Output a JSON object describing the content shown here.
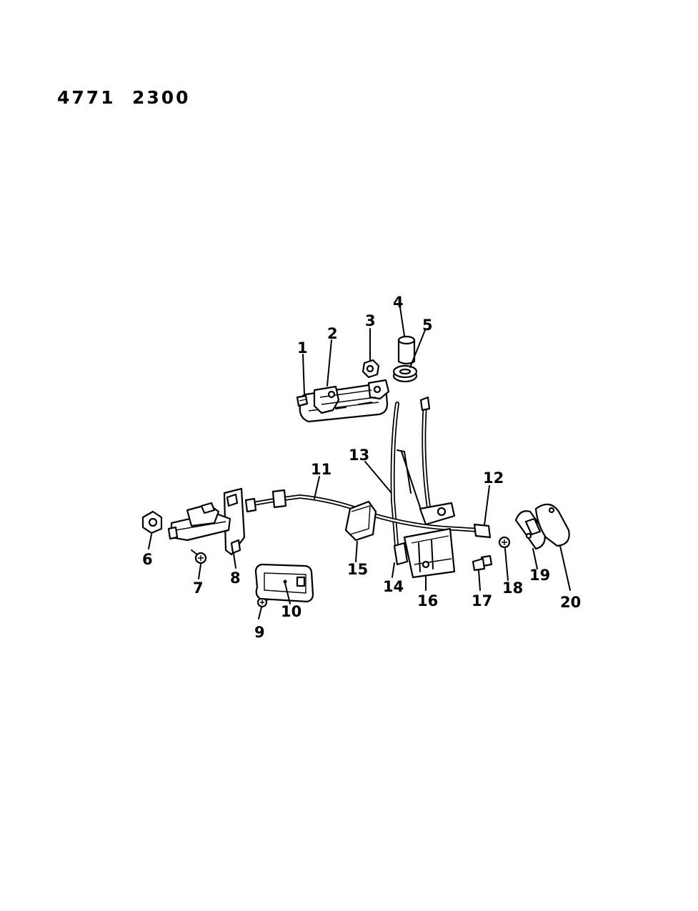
{
  "page_code": "4771  2300",
  "callouts": [
    "1",
    "2",
    "3",
    "4",
    "5",
    "6",
    "7",
    "8",
    "9",
    "10",
    "11",
    "12",
    "13",
    "14",
    "15",
    "16",
    "17",
    "18",
    "19",
    "20"
  ]
}
